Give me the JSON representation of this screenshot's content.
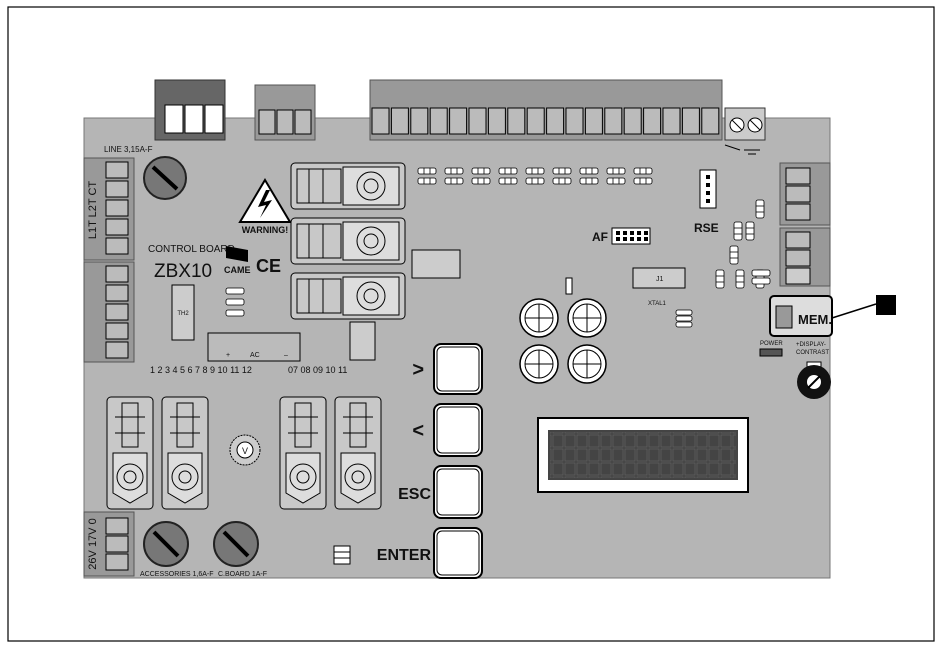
{
  "board": {
    "model_label": "CONTROL BOARD",
    "model": "ZBX10",
    "brand": "CAME",
    "ce_mark": "CE",
    "warning": "WARNING!",
    "fuse_line": "LINE 3,15A-F",
    "fuse_accessories": "ACCESSORIES 1,6A-F",
    "fuse_board": "C.BOARD 1A-F",
    "term_left_top": "L1T L2T CT",
    "term_left_bottom": "26V 17V 0",
    "terminal_numbers": "1 2 3 4 5 6 7 8 9 10 11 12",
    "terminal_numbers_2": "07 08 09 10 11",
    "ac_label": "AC",
    "plus": "+",
    "minus": "–",
    "af": "AF",
    "rse": "RSE",
    "th2": "TH2",
    "j1": "J1",
    "xtal": "XTAL1",
    "power": "POWER",
    "display_contrast_1": "+DISPLAY-",
    "display_contrast_2": "CONTRAST",
    "mem": "MEM."
  },
  "buttons": {
    "right": ">",
    "left": "<",
    "esc": "ESC",
    "enter": "ENTER"
  }
}
